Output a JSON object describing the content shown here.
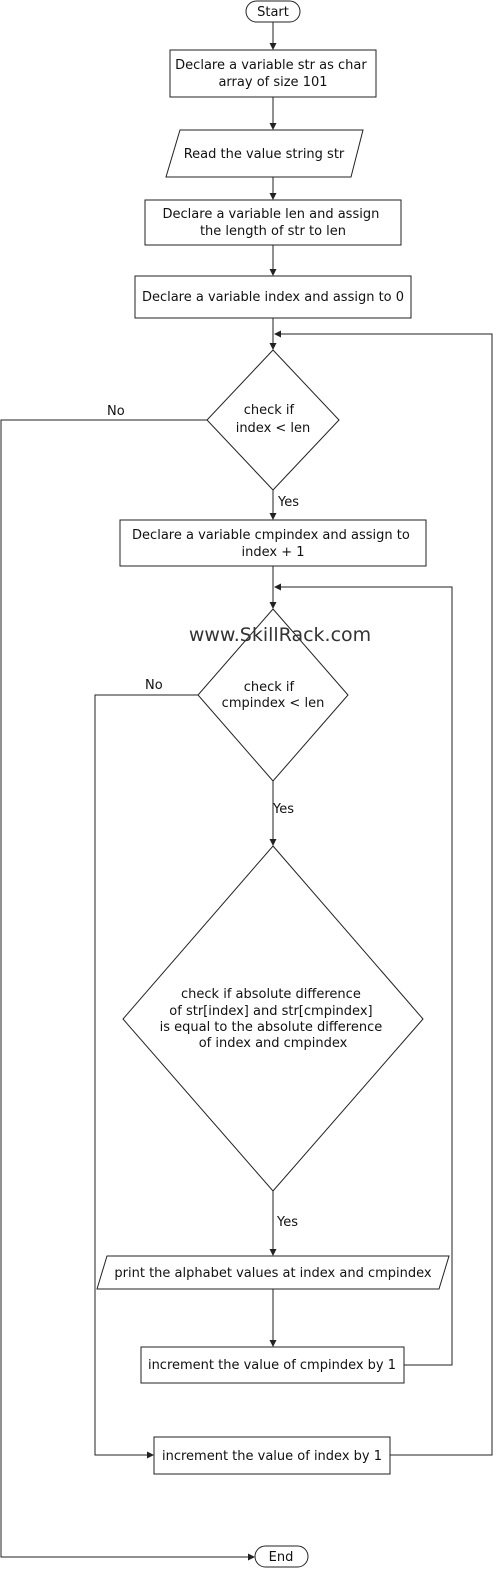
{
  "flowchart": {
    "start": "Start",
    "end": "End",
    "steps": {
      "declare_str": [
        "Declare a variable str as char",
        "array of size 101"
      ],
      "read_str": [
        "Read the value string str"
      ],
      "declare_len": [
        "Declare a variable len and assign",
        "the length of str to len"
      ],
      "declare_index": [
        "Declare a variable index and assign to 0"
      ],
      "check_index": [
        "check if",
        "index < len"
      ],
      "declare_cmpindex": [
        "Declare a variable cmpindex and assign to",
        "index + 1"
      ],
      "check_cmpindex": [
        "check if",
        "cmpindex < len"
      ],
      "check_difference": [
        "check if absolute difference",
        "of str[index] and str[cmpindex]",
        "is equal to the absolute difference",
        "of index and cmpindex"
      ],
      "print_alphabets": [
        "print the alphabet values at index and cmpindex"
      ],
      "increment_cmpindex": [
        "increment the value of cmpindex by 1"
      ],
      "increment_index": [
        "increment the value of index by 1"
      ]
    },
    "edge_labels": {
      "check_index_yes": "Yes",
      "check_index_no": "No",
      "check_cmpindex_yes": "Yes",
      "check_cmpindex_no": "No",
      "check_difference_yes": "Yes"
    },
    "watermark": "www.SkillRack.com"
  }
}
